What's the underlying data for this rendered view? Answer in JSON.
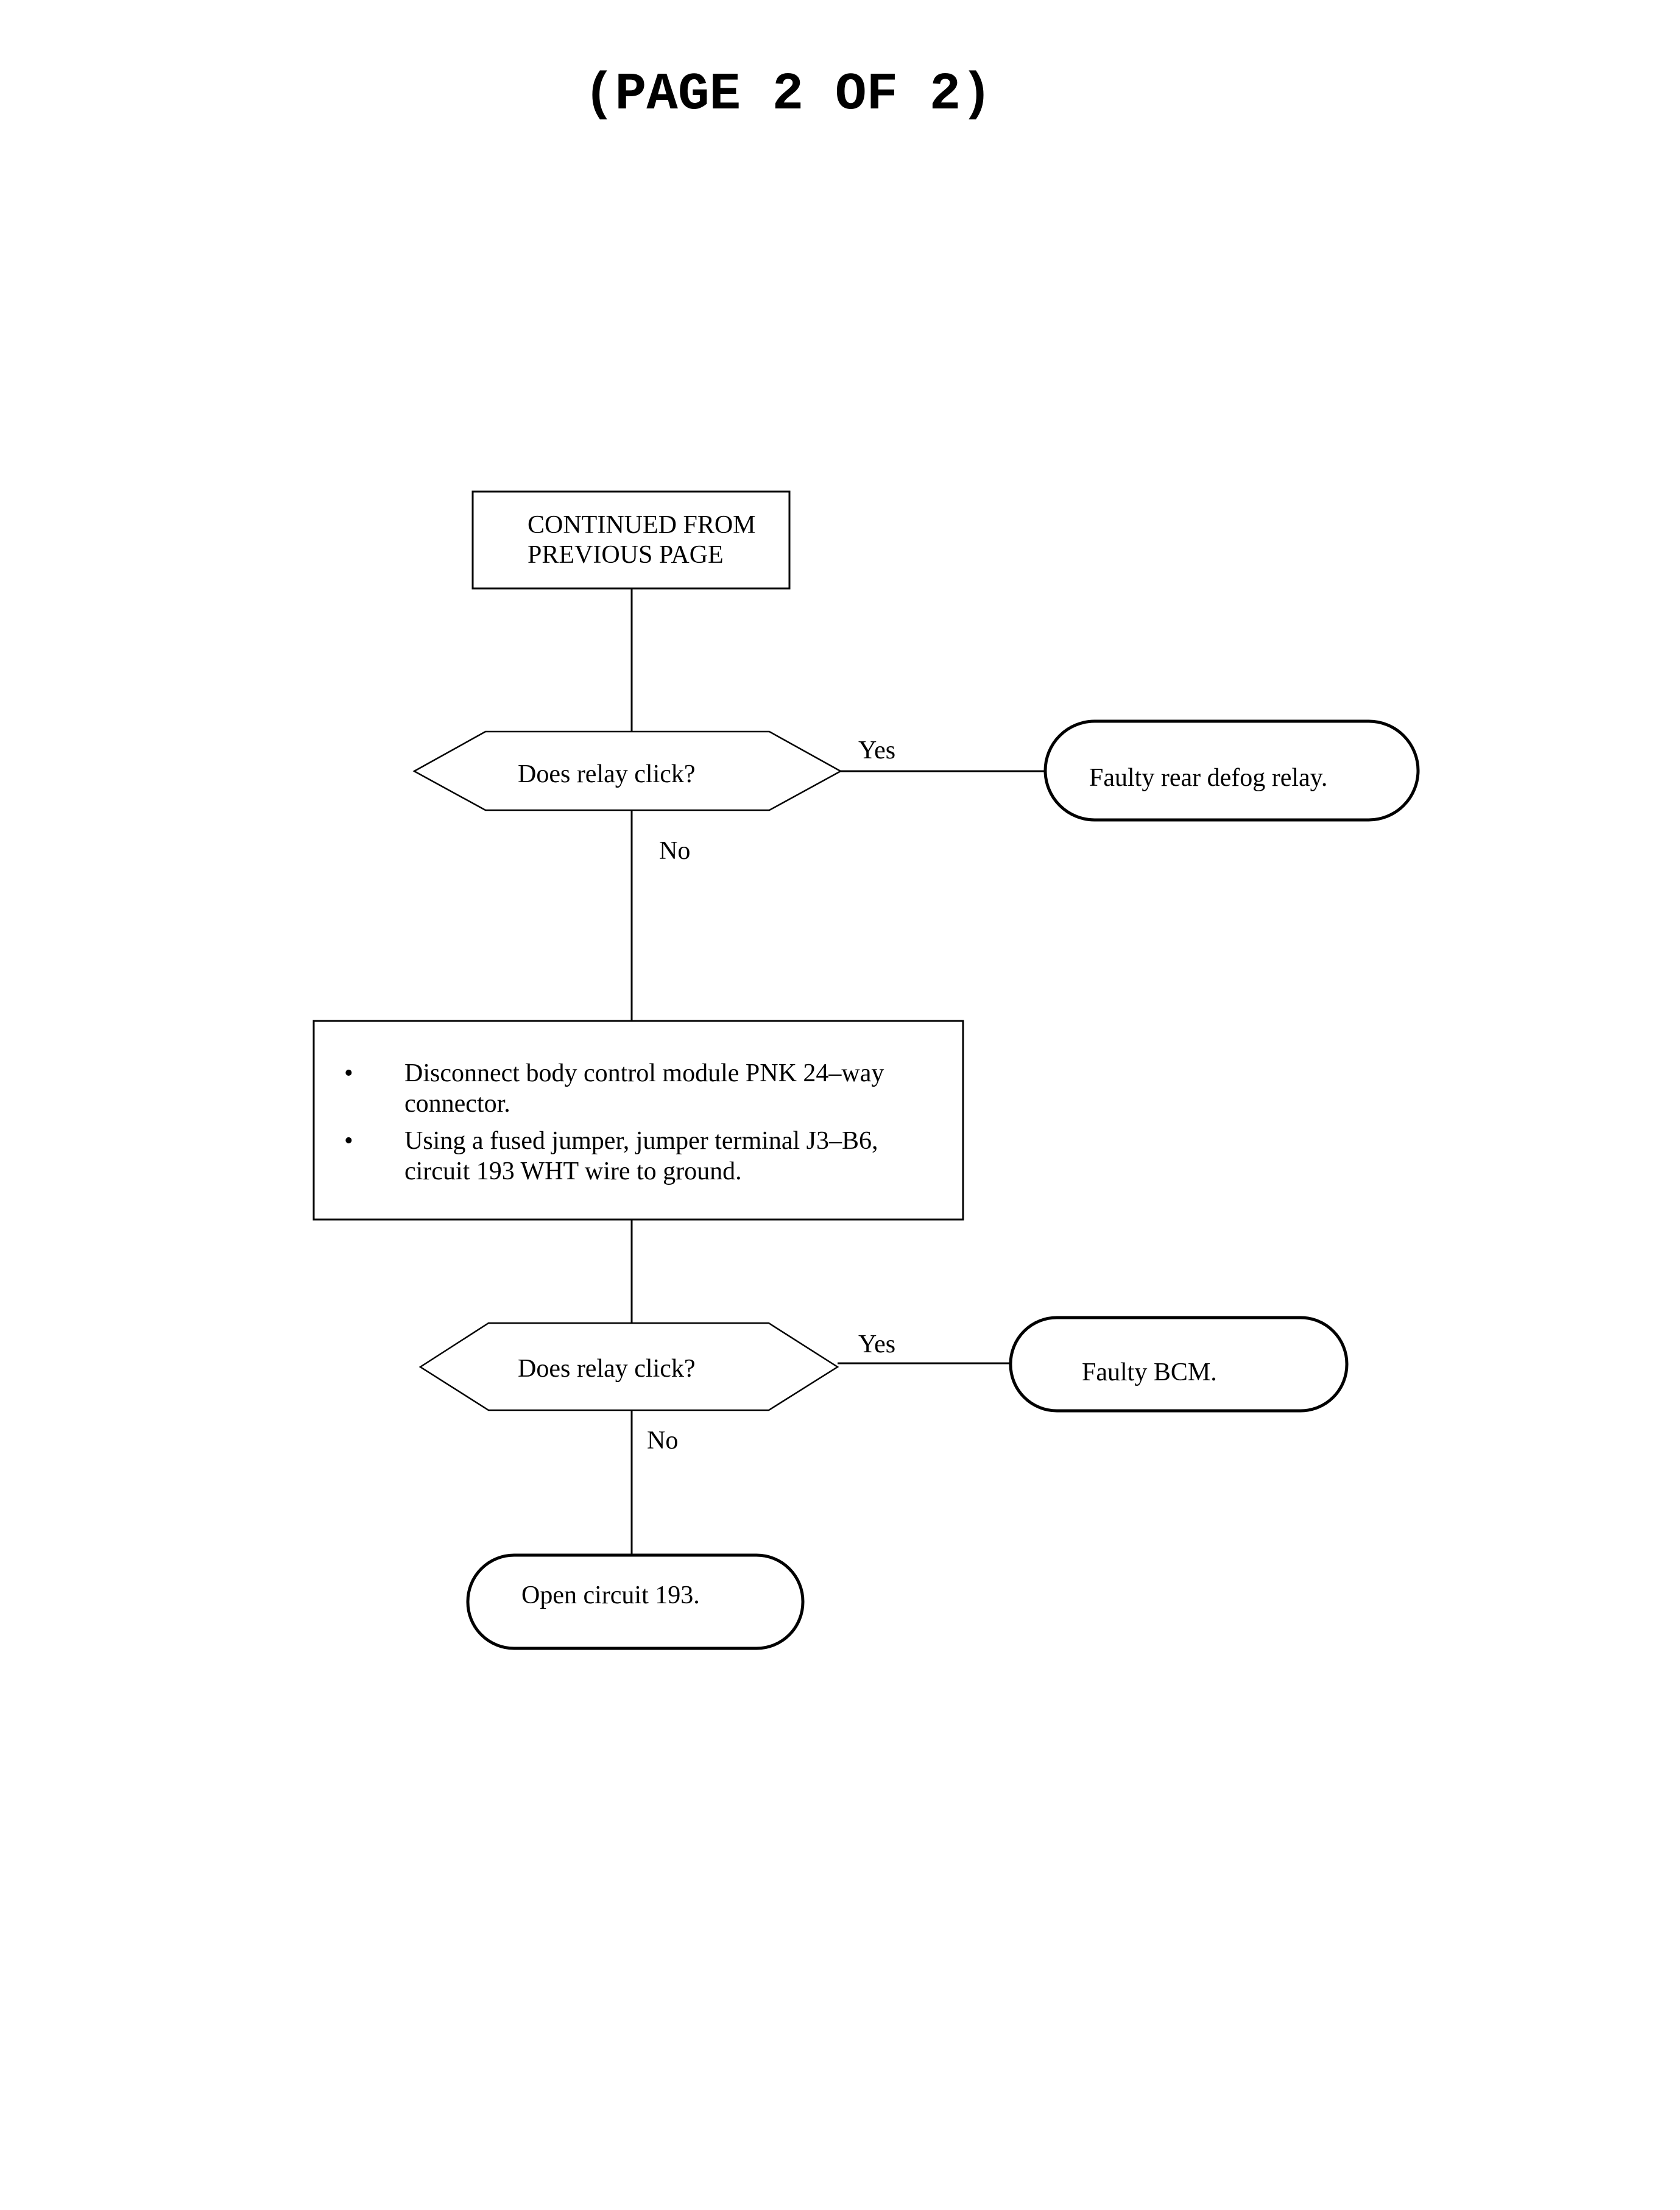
{
  "page": {
    "title": "(PAGE 2 OF 2)"
  },
  "flowchart": {
    "start": {
      "line1": "CONTINUED FROM",
      "line2": "PREVIOUS PAGE"
    },
    "decision1": {
      "text": "Does relay click?",
      "yes_label": "Yes",
      "no_label": "No"
    },
    "result1": {
      "text": "Faulty rear defog relay."
    },
    "action": {
      "bullet": "•",
      "step1_line1": "Disconnect body control module PNK 24–way",
      "step1_line2": "connector.",
      "step2_line1": "Using a fused jumper, jumper terminal J3–B6,",
      "step2_line2": "circuit 193 WHT wire to ground."
    },
    "decision2": {
      "text": "Does relay click?",
      "yes_label": "Yes",
      "no_label": "No"
    },
    "result2": {
      "text": "Faulty BCM."
    },
    "result3": {
      "text": "Open circuit 193."
    }
  }
}
